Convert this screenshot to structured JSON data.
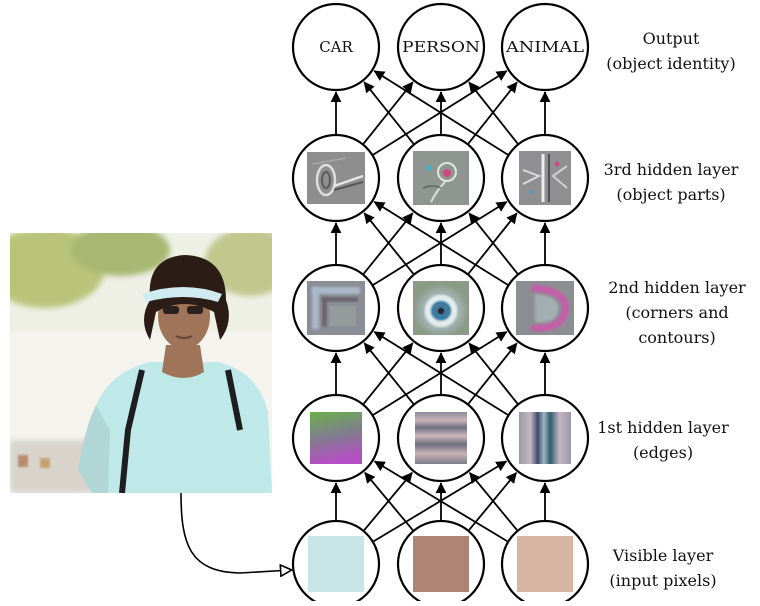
{
  "diagram": {
    "layers": [
      {
        "id": "output",
        "label_lines": [
          "Output",
          "(object identity)"
        ],
        "nodes": [
          {
            "label": "CAR",
            "content": "text"
          },
          {
            "label": "PERSON",
            "content": "text"
          },
          {
            "label": "ANIMAL",
            "content": "text"
          }
        ]
      },
      {
        "id": "hidden3",
        "label_lines": [
          "3rd hidden layer",
          "(object parts)"
        ],
        "nodes": [
          {
            "content": "wheel-part-feature"
          },
          {
            "content": "face-part-feature"
          },
          {
            "content": "body-part-feature"
          }
        ]
      },
      {
        "id": "hidden2",
        "label_lines": [
          "2nd hidden layer",
          "(corners and",
          "contours)"
        ],
        "nodes": [
          {
            "content": "corner-feature"
          },
          {
            "content": "ring-contour-feature"
          },
          {
            "content": "arc-contour-feature"
          }
        ]
      },
      {
        "id": "hidden1",
        "label_lines": [
          "1st hidden layer",
          "(edges)"
        ],
        "nodes": [
          {
            "content": "gradient-edge-feature"
          },
          {
            "content": "horizontal-edge-feature"
          },
          {
            "content": "vertical-edge-feature"
          }
        ]
      },
      {
        "id": "visible",
        "label_lines": [
          "Visible layer",
          "(input pixels)"
        ],
        "nodes": [
          {
            "content": "pixel-swatch",
            "color": "#c9e6e6"
          },
          {
            "content": "pixel-swatch",
            "color": "#b08474"
          },
          {
            "content": "pixel-swatch",
            "color": "#d9b6a3"
          }
        ]
      }
    ],
    "connections": "fully-connected-upward",
    "input_photo": {
      "description_icon": "person-with-visor-photo",
      "colors": {
        "sky": "#eef0e6",
        "foliage": "#b9c47a",
        "wall": "#f4f3ee",
        "shirt": "#bfe8e8",
        "skin": "#a07458",
        "hair": "#2c1c16",
        "visor": "#cfeaf0"
      }
    },
    "colors": {
      "stroke": "#000000",
      "node_fill": "#ffffff"
    }
  }
}
